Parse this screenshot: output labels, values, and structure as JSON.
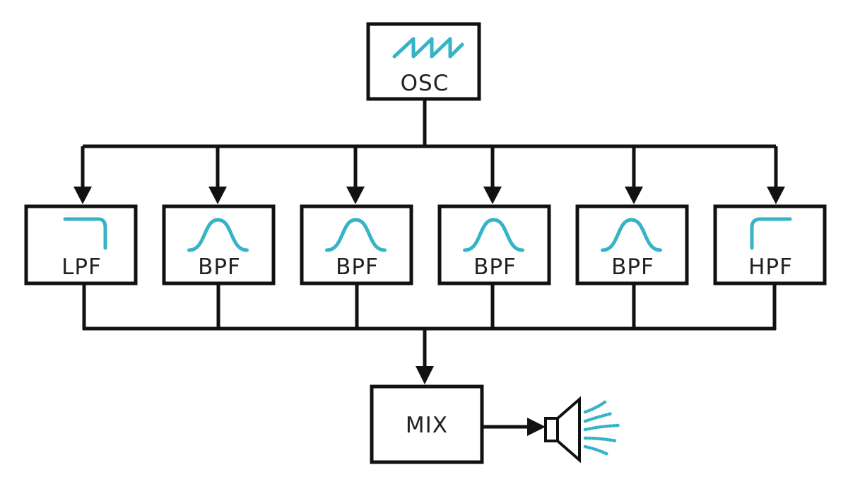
{
  "colors": {
    "accent": "#36b3c6",
    "stroke": "#111111"
  },
  "oscillator": {
    "label": "OSC",
    "icon": "sawtooth-wave-icon"
  },
  "filters": [
    {
      "label": "LPF",
      "icon": "lowpass-curve-icon"
    },
    {
      "label": "BPF",
      "icon": "bandpass-curve-icon"
    },
    {
      "label": "BPF",
      "icon": "bandpass-curve-icon"
    },
    {
      "label": "BPF",
      "icon": "bandpass-curve-icon"
    },
    {
      "label": "BPF",
      "icon": "bandpass-curve-icon"
    },
    {
      "label": "HPF",
      "icon": "highpass-curve-icon"
    }
  ],
  "mixer": {
    "label": "MIX"
  },
  "output": {
    "icon": "speaker-icon"
  }
}
